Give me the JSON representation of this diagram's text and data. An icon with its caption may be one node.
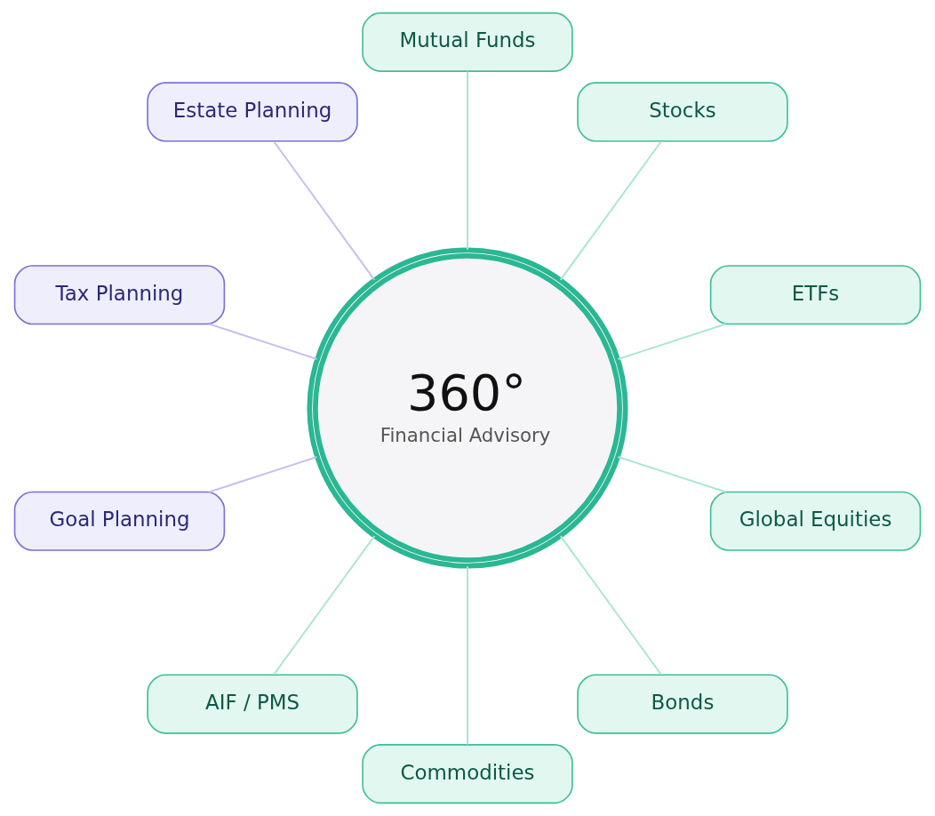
{
  "diagram": {
    "nodes": [
      {
        "text": [
          "Mutual Funds"
        ]
      },
      {
        "text": [
          "Estate Planning"
        ]
      },
      {
        "text": [
          "Stocks"
        ]
      },
      {
        "text": [
          "Tax Planning"
        ]
      },
      {
        "text": [
          "ETFs"
        ]
      },
      {
        "text": [
          "360°",
          "Financial Advisory"
        ]
      },
      {
        "text": [
          "Goal Planning"
        ]
      },
      {
        "text": [
          "Global Equities"
        ]
      },
      {
        "text": [
          "AIF / PMS"
        ]
      },
      {
        "text": [
          "Bonds"
        ]
      },
      {
        "text": [
          "Commodities"
        ]
      }
    ],
    "edges": [
      {
        "from": 5,
        "to": 0,
        "arrow": "none"
      },
      {
        "from": 5,
        "to": 2,
        "arrow": "none"
      },
      {
        "from": 5,
        "to": 4,
        "arrow": "none"
      },
      {
        "from": 5,
        "to": 7,
        "arrow": "none"
      },
      {
        "from": 5,
        "to": 9,
        "arrow": "none"
      },
      {
        "from": 5,
        "to": 10,
        "arrow": "none"
      },
      {
        "from": 5,
        "to": 8,
        "arrow": "none"
      },
      {
        "from": 5,
        "to": 6,
        "arrow": "none",
        "color": "#c5bff0"
      },
      {
        "from": 5,
        "to": 3,
        "arrow": "none",
        "color": "#c5bff0"
      },
      {
        "from": 5,
        "to": 1,
        "arrow": "none",
        "color": "#c5bff0"
      }
    ]
  }
}
